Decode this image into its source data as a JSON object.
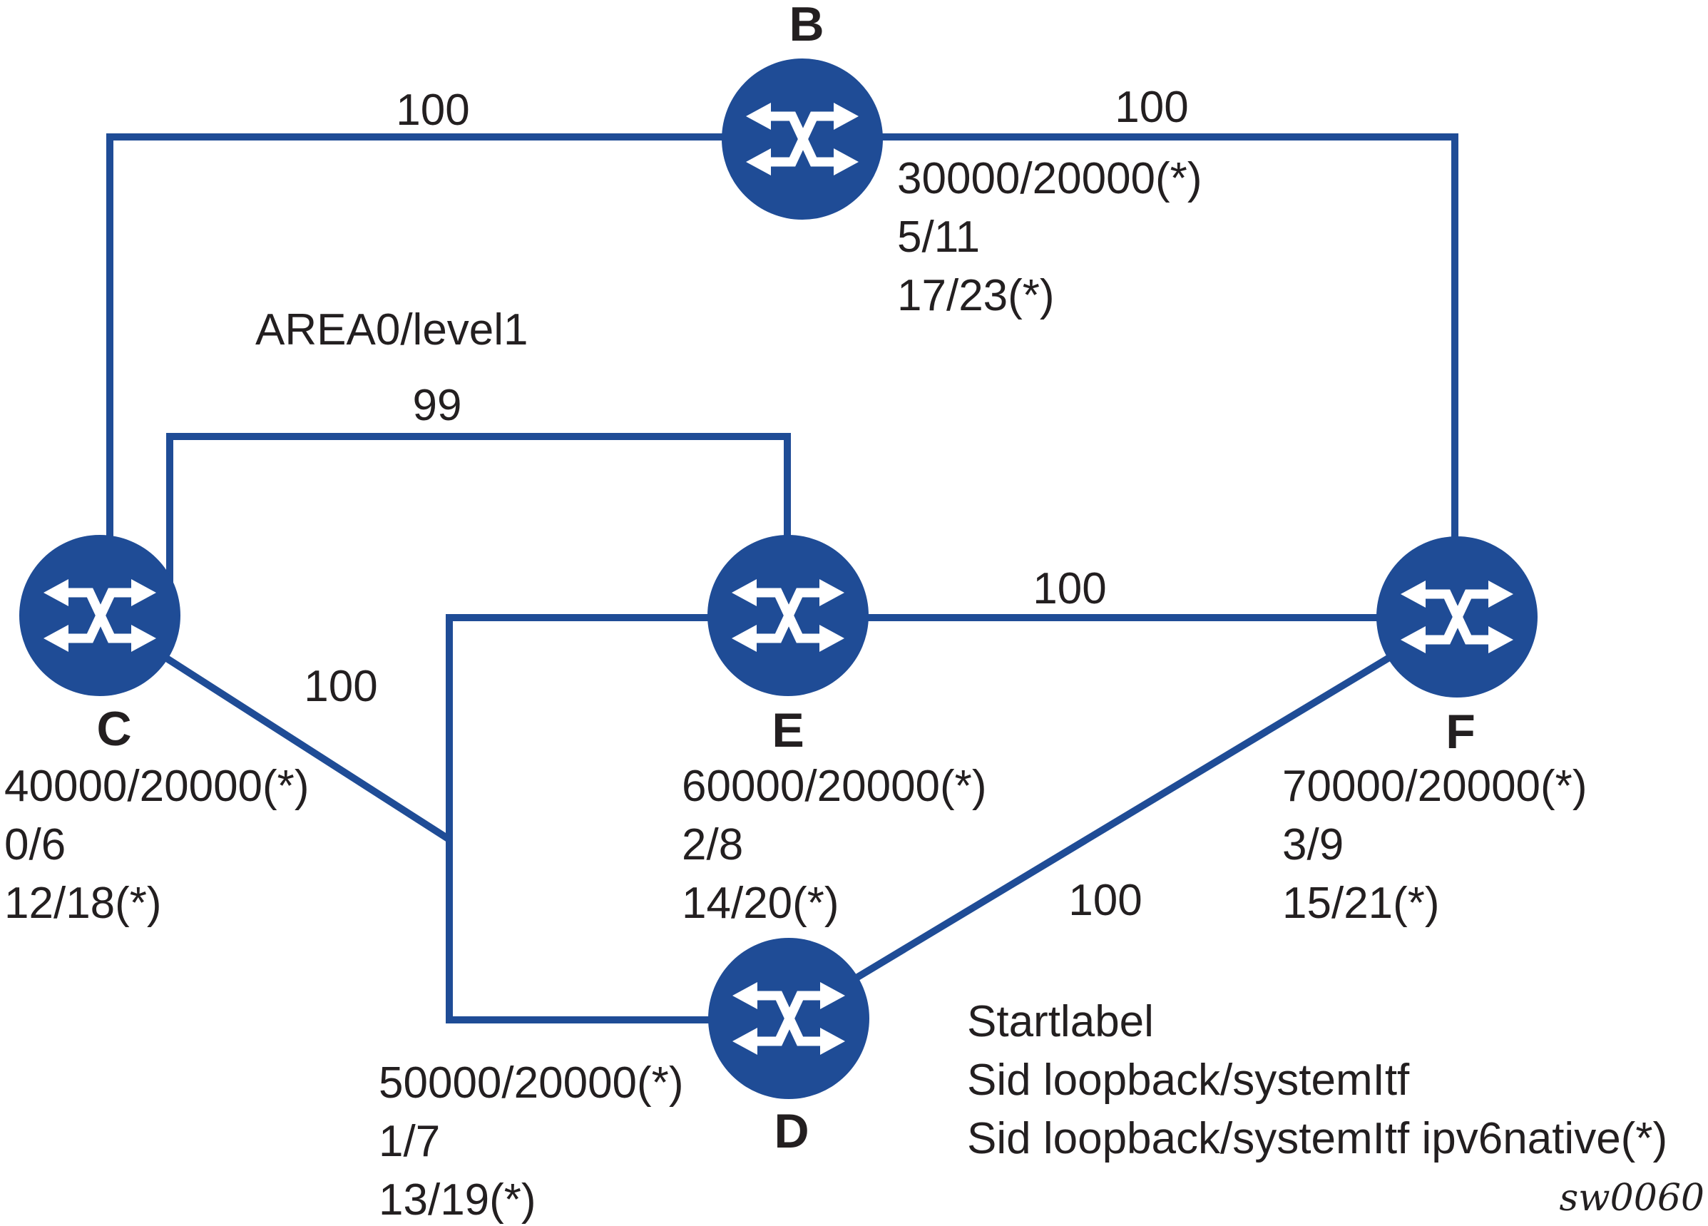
{
  "diagram": {
    "area_label": "AREA0/level1",
    "watermark": "sw0060",
    "colors": {
      "node_fill": "#1F4C96",
      "link": "#1F4C96",
      "icon_glyph": "#FFFFFF",
      "text": "#231F20"
    },
    "node_icon": "cross-connect-arrows-icon",
    "nodes": [
      {
        "id": "B",
        "label": "B",
        "annotation_lines": [
          "30000/20000(*)",
          "5/11",
          "17/23(*)"
        ]
      },
      {
        "id": "C",
        "label": "C",
        "annotation_lines": [
          "40000/20000(*)",
          "0/6",
          "12/18(*)"
        ]
      },
      {
        "id": "D",
        "label": "D",
        "annotation_lines": [
          "50000/20000(*)",
          "1/7",
          "13/19(*)"
        ]
      },
      {
        "id": "E",
        "label": "E",
        "annotation_lines": [
          "60000/20000(*)",
          "2/8",
          "14/20(*)"
        ]
      },
      {
        "id": "F",
        "label": "F",
        "annotation_lines": [
          "70000/20000(*)",
          "3/9",
          "15/21(*)"
        ]
      }
    ],
    "links": [
      {
        "from": "B",
        "to": "C",
        "cost": "100"
      },
      {
        "from": "B",
        "to": "F",
        "cost": "100"
      },
      {
        "from": "C",
        "to": "E",
        "cost": "99"
      },
      {
        "from": "E",
        "to": "F",
        "cost": "100"
      },
      {
        "from": "C",
        "to": "D",
        "cost": "100"
      },
      {
        "from": "D",
        "to": "F",
        "cost": "100"
      }
    ],
    "d_note_lines": [
      "Startlabel",
      "Sid loopback/systemItf",
      "Sid loopback/systemItf ipv6native(*)"
    ]
  }
}
